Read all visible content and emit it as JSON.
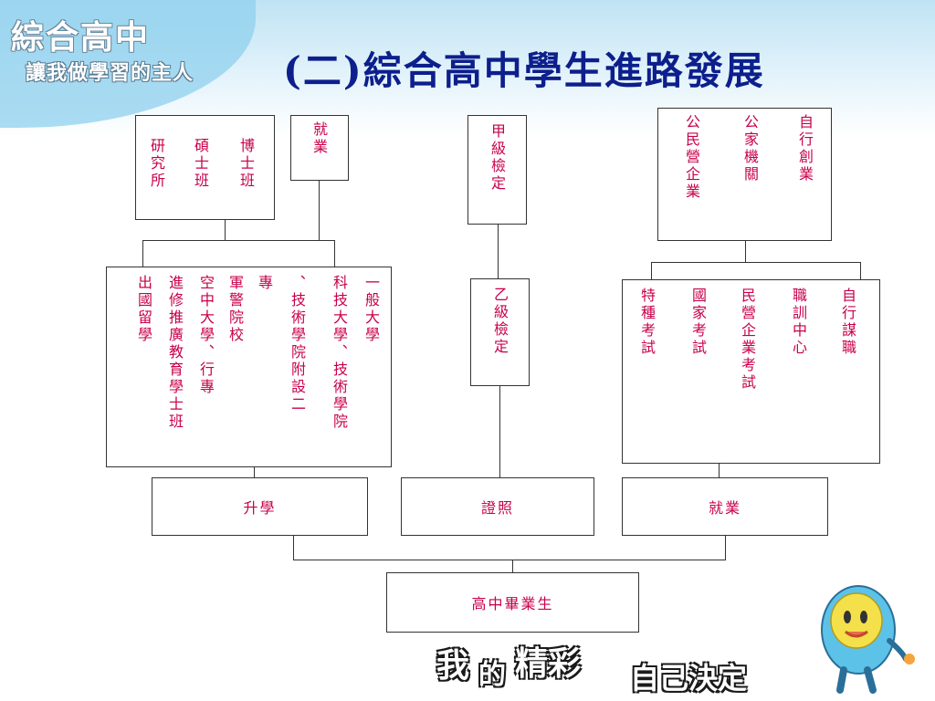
{
  "header": {
    "logo_title": "綜合高中",
    "logo_subtitle": "讓我做學習的主人",
    "page_title": "(二)綜合高中學生進路發展"
  },
  "diagram": {
    "root": {
      "label": "高中畢業生"
    },
    "paths": [
      {
        "label": "升學"
      },
      {
        "label": "證照"
      },
      {
        "label": "就業"
      }
    ],
    "further_study": {
      "columns": [
        "一般大學",
        "科技大學、技術學院",
        "、技術學院附設二",
        "專",
        "軍警院校",
        "空中大學、行專",
        "進修推廣教育學士班",
        "出國留學"
      ]
    },
    "graduate_options": {
      "columns": [
        "博士班",
        "碩士班",
        "研究所"
      ]
    },
    "employment_after_study": {
      "columns": [
        "就業"
      ]
    },
    "certificate_b": {
      "columns": [
        "乙級檢定"
      ]
    },
    "certificate_a": {
      "columns": [
        "甲級檢定"
      ]
    },
    "employment_paths": {
      "columns": [
        "自行謀職",
        "職訓中心",
        "民營企業考試",
        "國家考試",
        "特種考試"
      ]
    },
    "employment_targets": {
      "columns": [
        "自行創業",
        "公家機關",
        "公民營企業"
      ]
    }
  },
  "footer": {
    "slogan_part1": "我",
    "slogan_part2": "的",
    "slogan_part3": "精彩",
    "slogan_part4": "自己決定"
  },
  "colors": {
    "title": "#0d1f8c",
    "node_text": "#c8004a",
    "banner": "#bfe3f3",
    "mascot_body": "#5cc2e8",
    "mascot_face": "#f3e04a"
  },
  "icons": {
    "mascot": "mascot-character-icon"
  }
}
